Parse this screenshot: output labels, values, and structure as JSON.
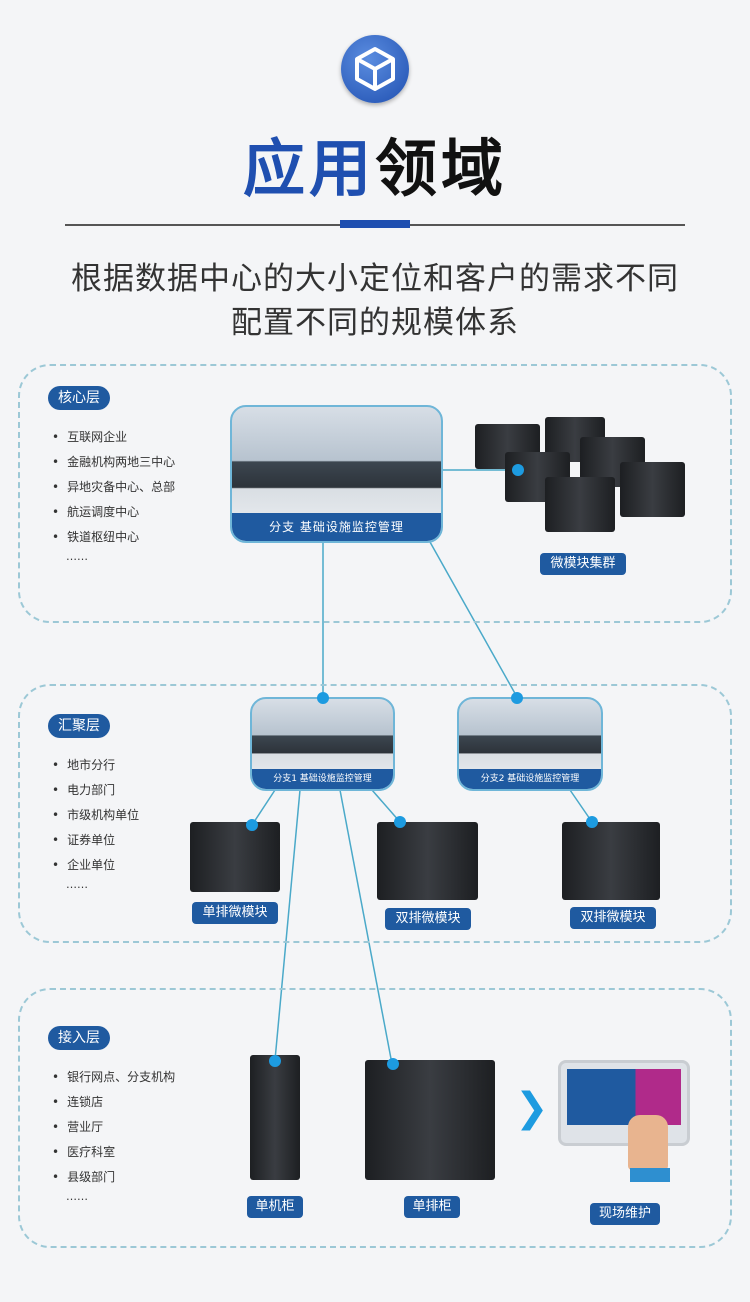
{
  "header": {
    "title_blue": "应用",
    "title_black": "领域",
    "subtitle_line1": "根据数据中心的大小定位和客户的需求不同",
    "subtitle_line2": "配置不同的规模体系"
  },
  "core": {
    "badge": "核心层",
    "items": [
      "互联网企业",
      "金融机构两地三中心",
      "异地灾备中心、总部",
      "航运调度中心",
      "铁道枢纽中心"
    ],
    "more": "……",
    "photo_caption": "分支 基础设施监控管理",
    "cluster_label": "微模块集群"
  },
  "aggregation": {
    "badge": "汇聚层",
    "items": [
      "地市分行",
      "电力部门",
      "市级机构单位",
      "证券单位",
      "企业单位"
    ],
    "more": "……",
    "branch1_caption": "分支1 基础设施监控管理",
    "branch2_caption": "分支2 基础设施监控管理",
    "single_row_label": "单排微模块",
    "double_row_label_1": "双排微模块",
    "double_row_label_2": "双排微模块"
  },
  "access": {
    "badge": "接入层",
    "items": [
      "银行网点、分支机构",
      "连锁店",
      "营业厅",
      "医疗科室",
      "县级部门"
    ],
    "more": "……",
    "single_cabinet_label": "单机柜",
    "row_cabinet_label": "单排柜",
    "onsite_label": "现场维护"
  },
  "colors": {
    "brand_blue": "#1f5aa0",
    "title_blue": "#1f4fb0",
    "line": "#4aa9c9"
  }
}
